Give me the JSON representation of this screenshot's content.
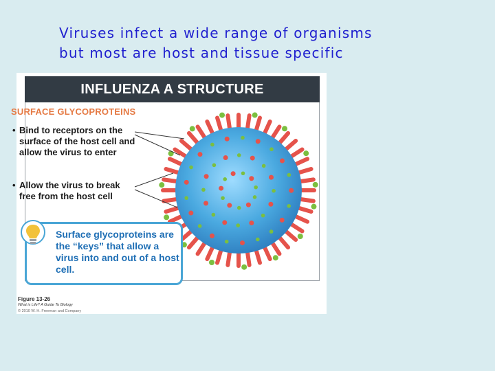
{
  "slide": {
    "title_line1": "Viruses infect a wide range of organisms",
    "title_line2": "but most are host and tissue specific"
  },
  "figure": {
    "banner": "INFLUENZA A STRUCTURE",
    "section_heading": "SURFACE GLYCOPROTEINS",
    "bullets": [
      "Bind to receptors on the surface of the host cell and allow the virus to enter",
      "Allow the virus to break free from the host cell"
    ],
    "bullet_marker": "•",
    "callout": "Surface glycoproteins are the “keys” that allow a virus into and out of a host cell.",
    "caption": {
      "figure_number": "Figure 13-26",
      "book": "What is Life? A Guide To Biology",
      "copyright": "© 2010 W. H. Freeman and Company"
    }
  },
  "colors": {
    "background": "#d9ecf0",
    "title_text": "#1f1fcf",
    "banner": "#323b44",
    "heading": "#e57a44",
    "callout_border": "#4aa6d6",
    "callout_text": "#1f6fb5",
    "virus_body": "#4aa9e0",
    "spike_red": "#e5534b",
    "spike_green": "#7bbf3f"
  },
  "icons": {
    "callout": "lightbulb-icon",
    "illustration": "influenza-virus-illustration"
  }
}
